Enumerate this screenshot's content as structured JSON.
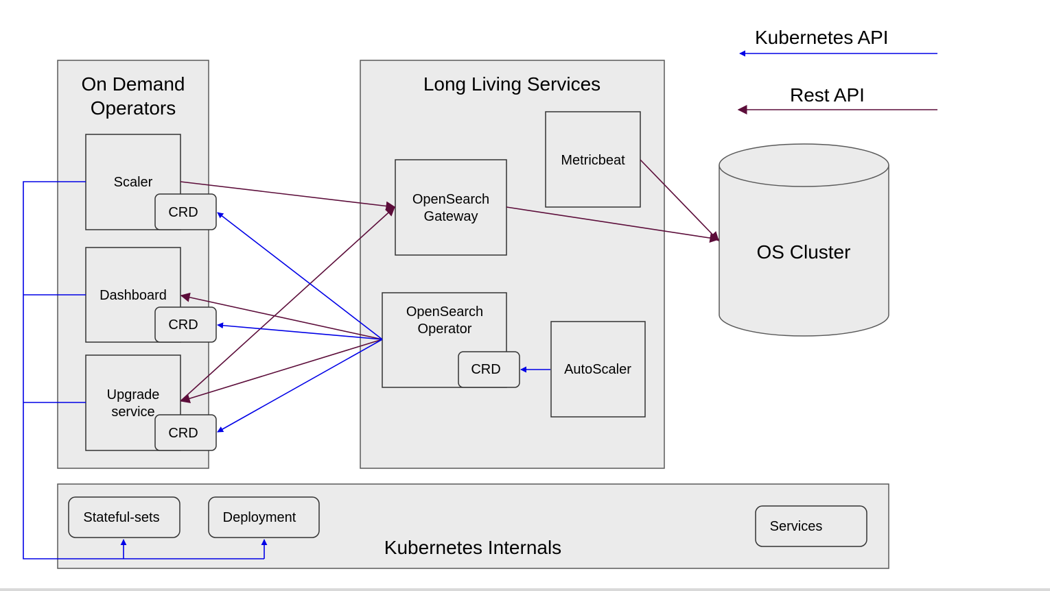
{
  "legend": {
    "kubernetes_api": "Kubernetes API",
    "rest_api": "Rest API"
  },
  "groups": {
    "on_demand_line1": "On Demand",
    "on_demand_line2": "Operators",
    "long_living": "Long Living Services",
    "k8s_internals": "Kubernetes Internals"
  },
  "components": {
    "scaler": "Scaler",
    "dashboard": "Dashboard",
    "upgrade_line1": "Upgrade",
    "upgrade_line2": "service",
    "crd": "CRD",
    "gateway_line1": "OpenSearch",
    "gateway_line2": "Gateway",
    "operator_line1": "OpenSearch",
    "operator_line2": "Operator",
    "metricbeat": "Metricbeat",
    "autoscaler": "AutoScaler",
    "os_cluster": "OS Cluster",
    "stateful_sets": "Stateful-sets",
    "deployment": "Deployment",
    "services": "Services"
  },
  "colors": {
    "kubernetes_api": "#0000e6",
    "rest_api": "#5c0d3a",
    "box_fill": "#ebebeb"
  }
}
